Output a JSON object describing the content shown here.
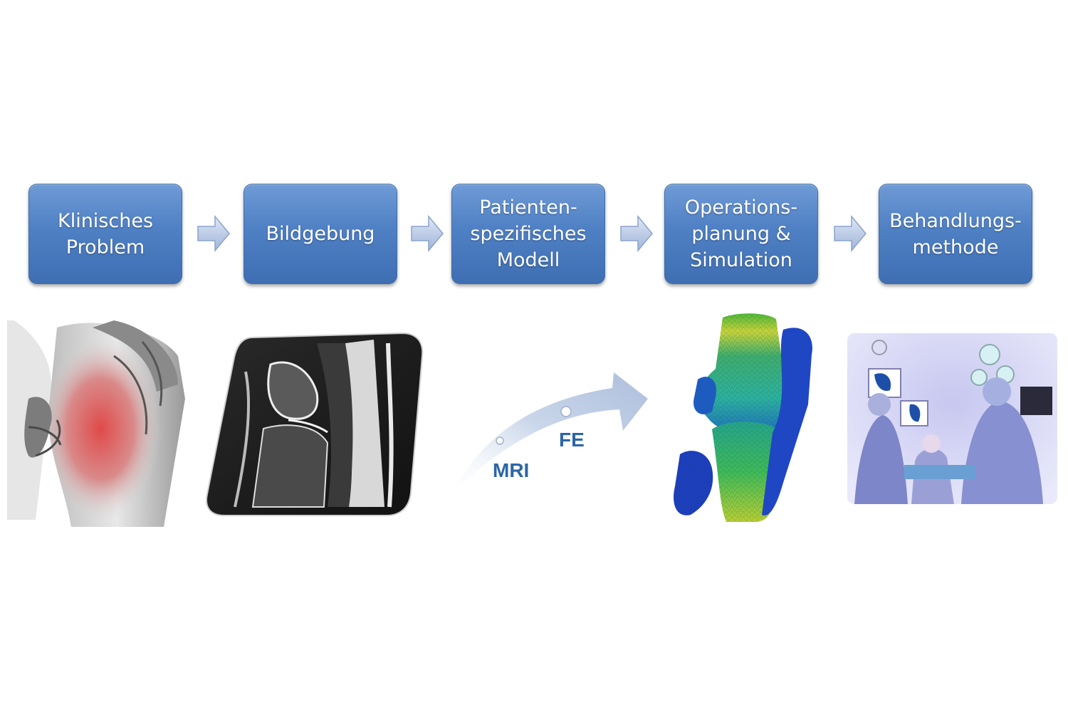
{
  "steps": [
    {
      "label": "Klinisches\nProblem"
    },
    {
      "label": "Bildgebung"
    },
    {
      "label": "Patienten-\nspezifisches\nModell"
    },
    {
      "label": "Operations-\nplanung &\nSimulation"
    },
    {
      "label": "Behandlungs-\nmethode"
    }
  ],
  "transition": {
    "from_label": "MRI",
    "to_label": "FE"
  },
  "colors": {
    "box": "#4f80c4",
    "arrow": "#b7c8e6",
    "label": "#2b66a8"
  }
}
